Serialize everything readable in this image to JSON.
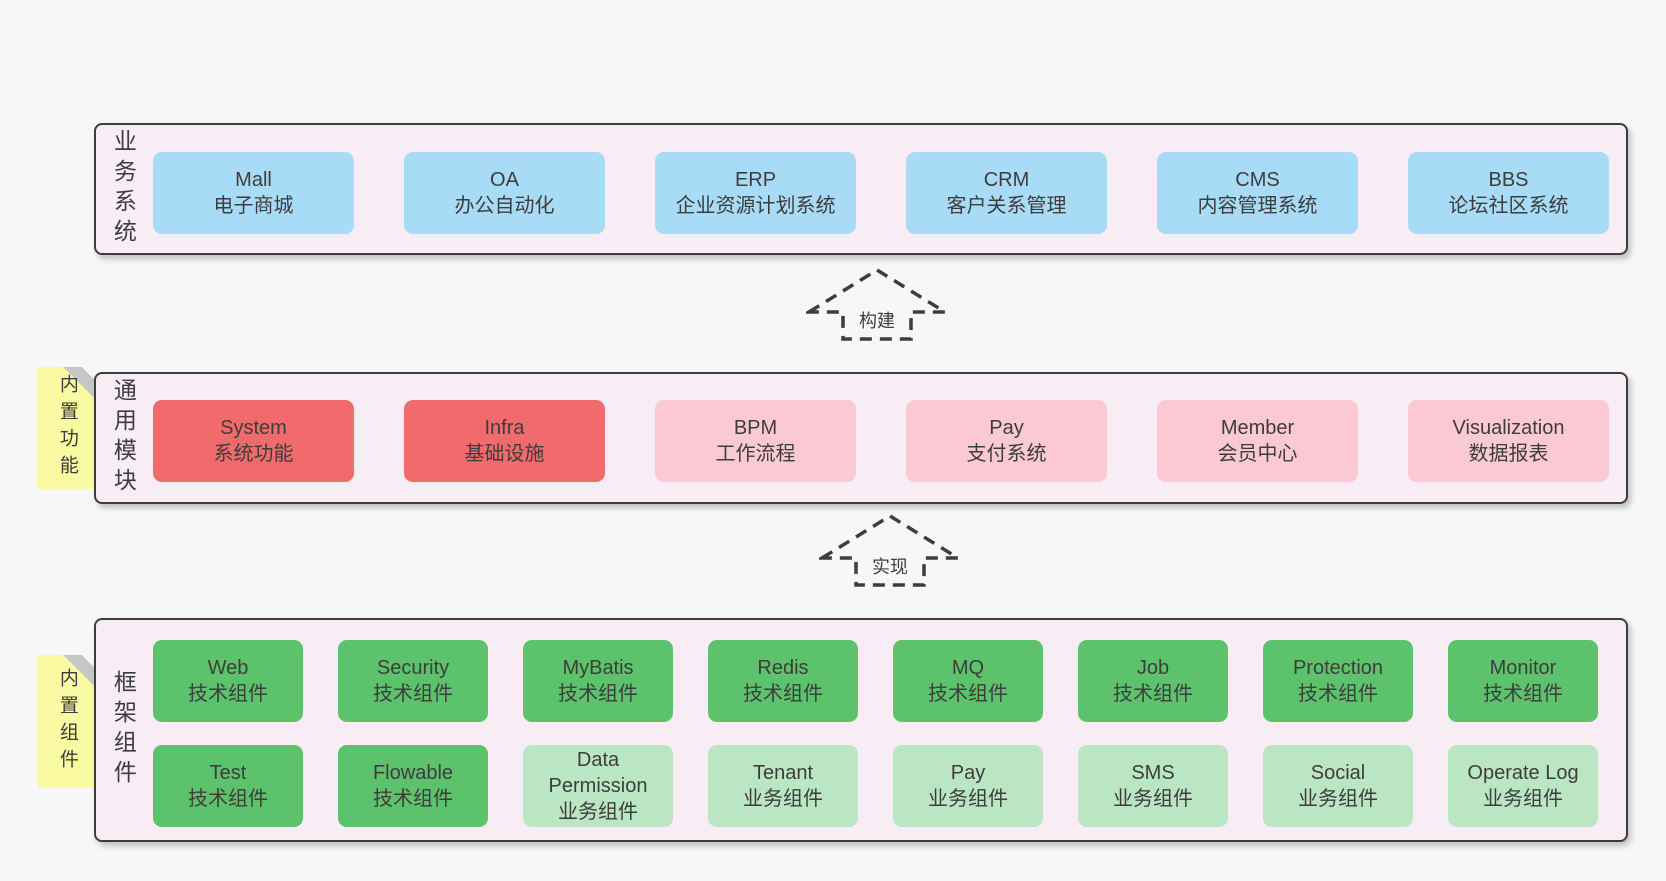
{
  "business": {
    "label": "业务系统",
    "boxes": [
      {
        "title": "Mall",
        "subtitle": "电子商城"
      },
      {
        "title": "OA",
        "subtitle": "办公自动化"
      },
      {
        "title": "ERP",
        "subtitle": "企业资源计划系统"
      },
      {
        "title": "CRM",
        "subtitle": "客户关系管理"
      },
      {
        "title": "CMS",
        "subtitle": "内容管理系统"
      },
      {
        "title": "BBS",
        "subtitle": "论坛社区系统"
      }
    ]
  },
  "modules": {
    "label": "通用模块",
    "sticky": "内置功能",
    "boxes": [
      {
        "title": "System",
        "subtitle": "系统功能"
      },
      {
        "title": "Infra",
        "subtitle": "基础设施"
      },
      {
        "title": "BPM",
        "subtitle": "工作流程"
      },
      {
        "title": "Pay",
        "subtitle": "支付系统"
      },
      {
        "title": "Member",
        "subtitle": "会员中心"
      },
      {
        "title": "Visualization",
        "subtitle": "数据报表"
      }
    ]
  },
  "framework": {
    "label": "框架组件",
    "sticky": "内置组件",
    "row1": [
      {
        "title": "Web",
        "subtitle": "技术组件"
      },
      {
        "title": "Security",
        "subtitle": "技术组件"
      },
      {
        "title": "MyBatis",
        "subtitle": "技术组件"
      },
      {
        "title": "Redis",
        "subtitle": "技术组件"
      },
      {
        "title": "MQ",
        "subtitle": "技术组件"
      },
      {
        "title": "Job",
        "subtitle": "技术组件"
      },
      {
        "title": "Protection",
        "subtitle": "技术组件"
      },
      {
        "title": "Monitor",
        "subtitle": "技术组件"
      }
    ],
    "row2": [
      {
        "title": "Test",
        "subtitle": "技术组件"
      },
      {
        "title": "Flowable",
        "subtitle": "技术组件"
      },
      {
        "title": "Data Permission",
        "subtitle": "业务组件"
      },
      {
        "title": "Tenant",
        "subtitle": "业务组件"
      },
      {
        "title": "Pay",
        "subtitle": "业务组件"
      },
      {
        "title": "SMS",
        "subtitle": "业务组件"
      },
      {
        "title": "Social",
        "subtitle": "业务组件"
      },
      {
        "title": "Operate Log",
        "subtitle": "业务组件"
      }
    ]
  },
  "arrows": {
    "build": "构建",
    "implement": "实现"
  },
  "colors": {
    "page_bg": "#f7f7f7",
    "panel_bg": "#f8ecf5",
    "panel_border": "#3d3d3d",
    "blue": "#a8dbf5",
    "red": "#f16b6c",
    "pink": "#fbc9d4",
    "green": "#5dc26c",
    "light_green": "#bbe6c3",
    "sticky_yellow": "#fafaa2",
    "fold_gray": "#c6c6c6",
    "text": "#3d3d3d"
  }
}
